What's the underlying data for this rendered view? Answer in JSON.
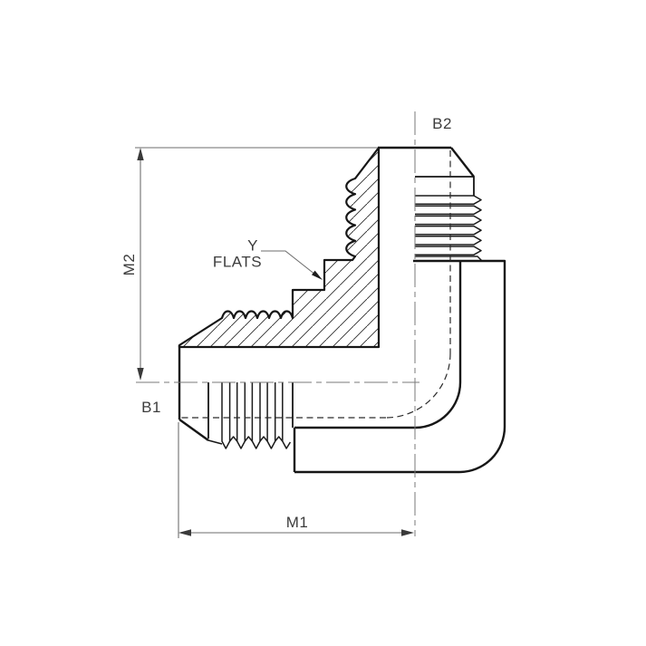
{
  "drawing": {
    "title": "90 degree male elbow fitting - half section view",
    "background": "#ffffff",
    "outline_color": "#161616",
    "dim_color": "#6e6e6e",
    "text_color": "#3c3c3c",
    "labels": {
      "port_top": "B2",
      "port_side": "B1",
      "width_dim": "M1",
      "height_dim": "M2",
      "flats_ref": "Y",
      "flats_word": "FLATS"
    }
  }
}
